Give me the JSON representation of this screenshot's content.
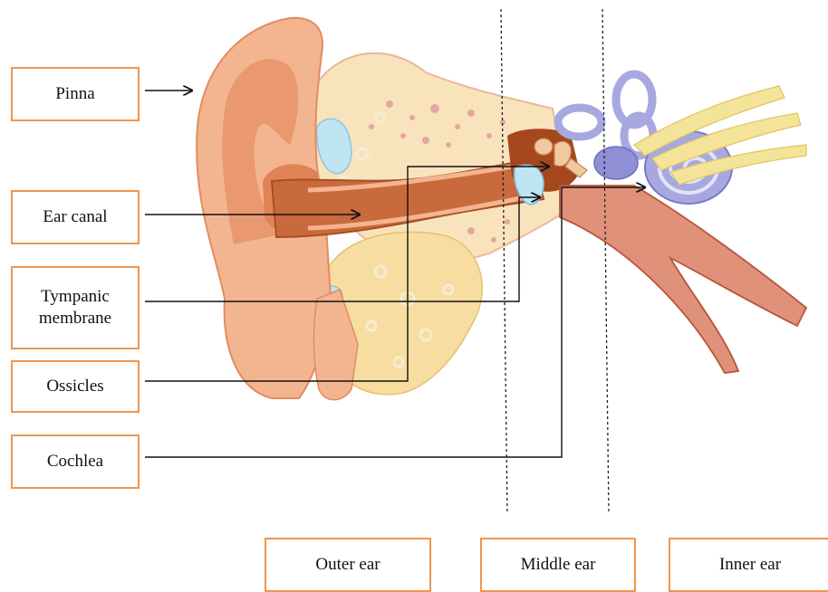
{
  "part_labels": [
    {
      "id": "pinna",
      "text": "Pinna"
    },
    {
      "id": "ear-canal",
      "text": "Ear canal"
    },
    {
      "id": "tympanic-membrane",
      "text": "Tympanic\nmembrane"
    },
    {
      "id": "ossicles",
      "text": "Ossicles"
    },
    {
      "id": "cochlea",
      "text": "Cochlea"
    }
  ],
  "region_labels": [
    {
      "id": "outer-ear",
      "text": "Outer ear"
    },
    {
      "id": "middle-ear",
      "text": "Middle ear"
    },
    {
      "id": "inner-ear",
      "text": "Inner ear"
    }
  ],
  "colors": {
    "label_border": "#f0954a",
    "skin": "#f3b58f",
    "skin_dark": "#d9764e",
    "canal": "#c96a3c",
    "bone": "#f9e3bd",
    "fat": "#f7dda0",
    "membrane": "#bfe4f2",
    "labyrinth": "#a8a8e0",
    "nerve": "#f4e49a",
    "tube": "#e0917a"
  }
}
